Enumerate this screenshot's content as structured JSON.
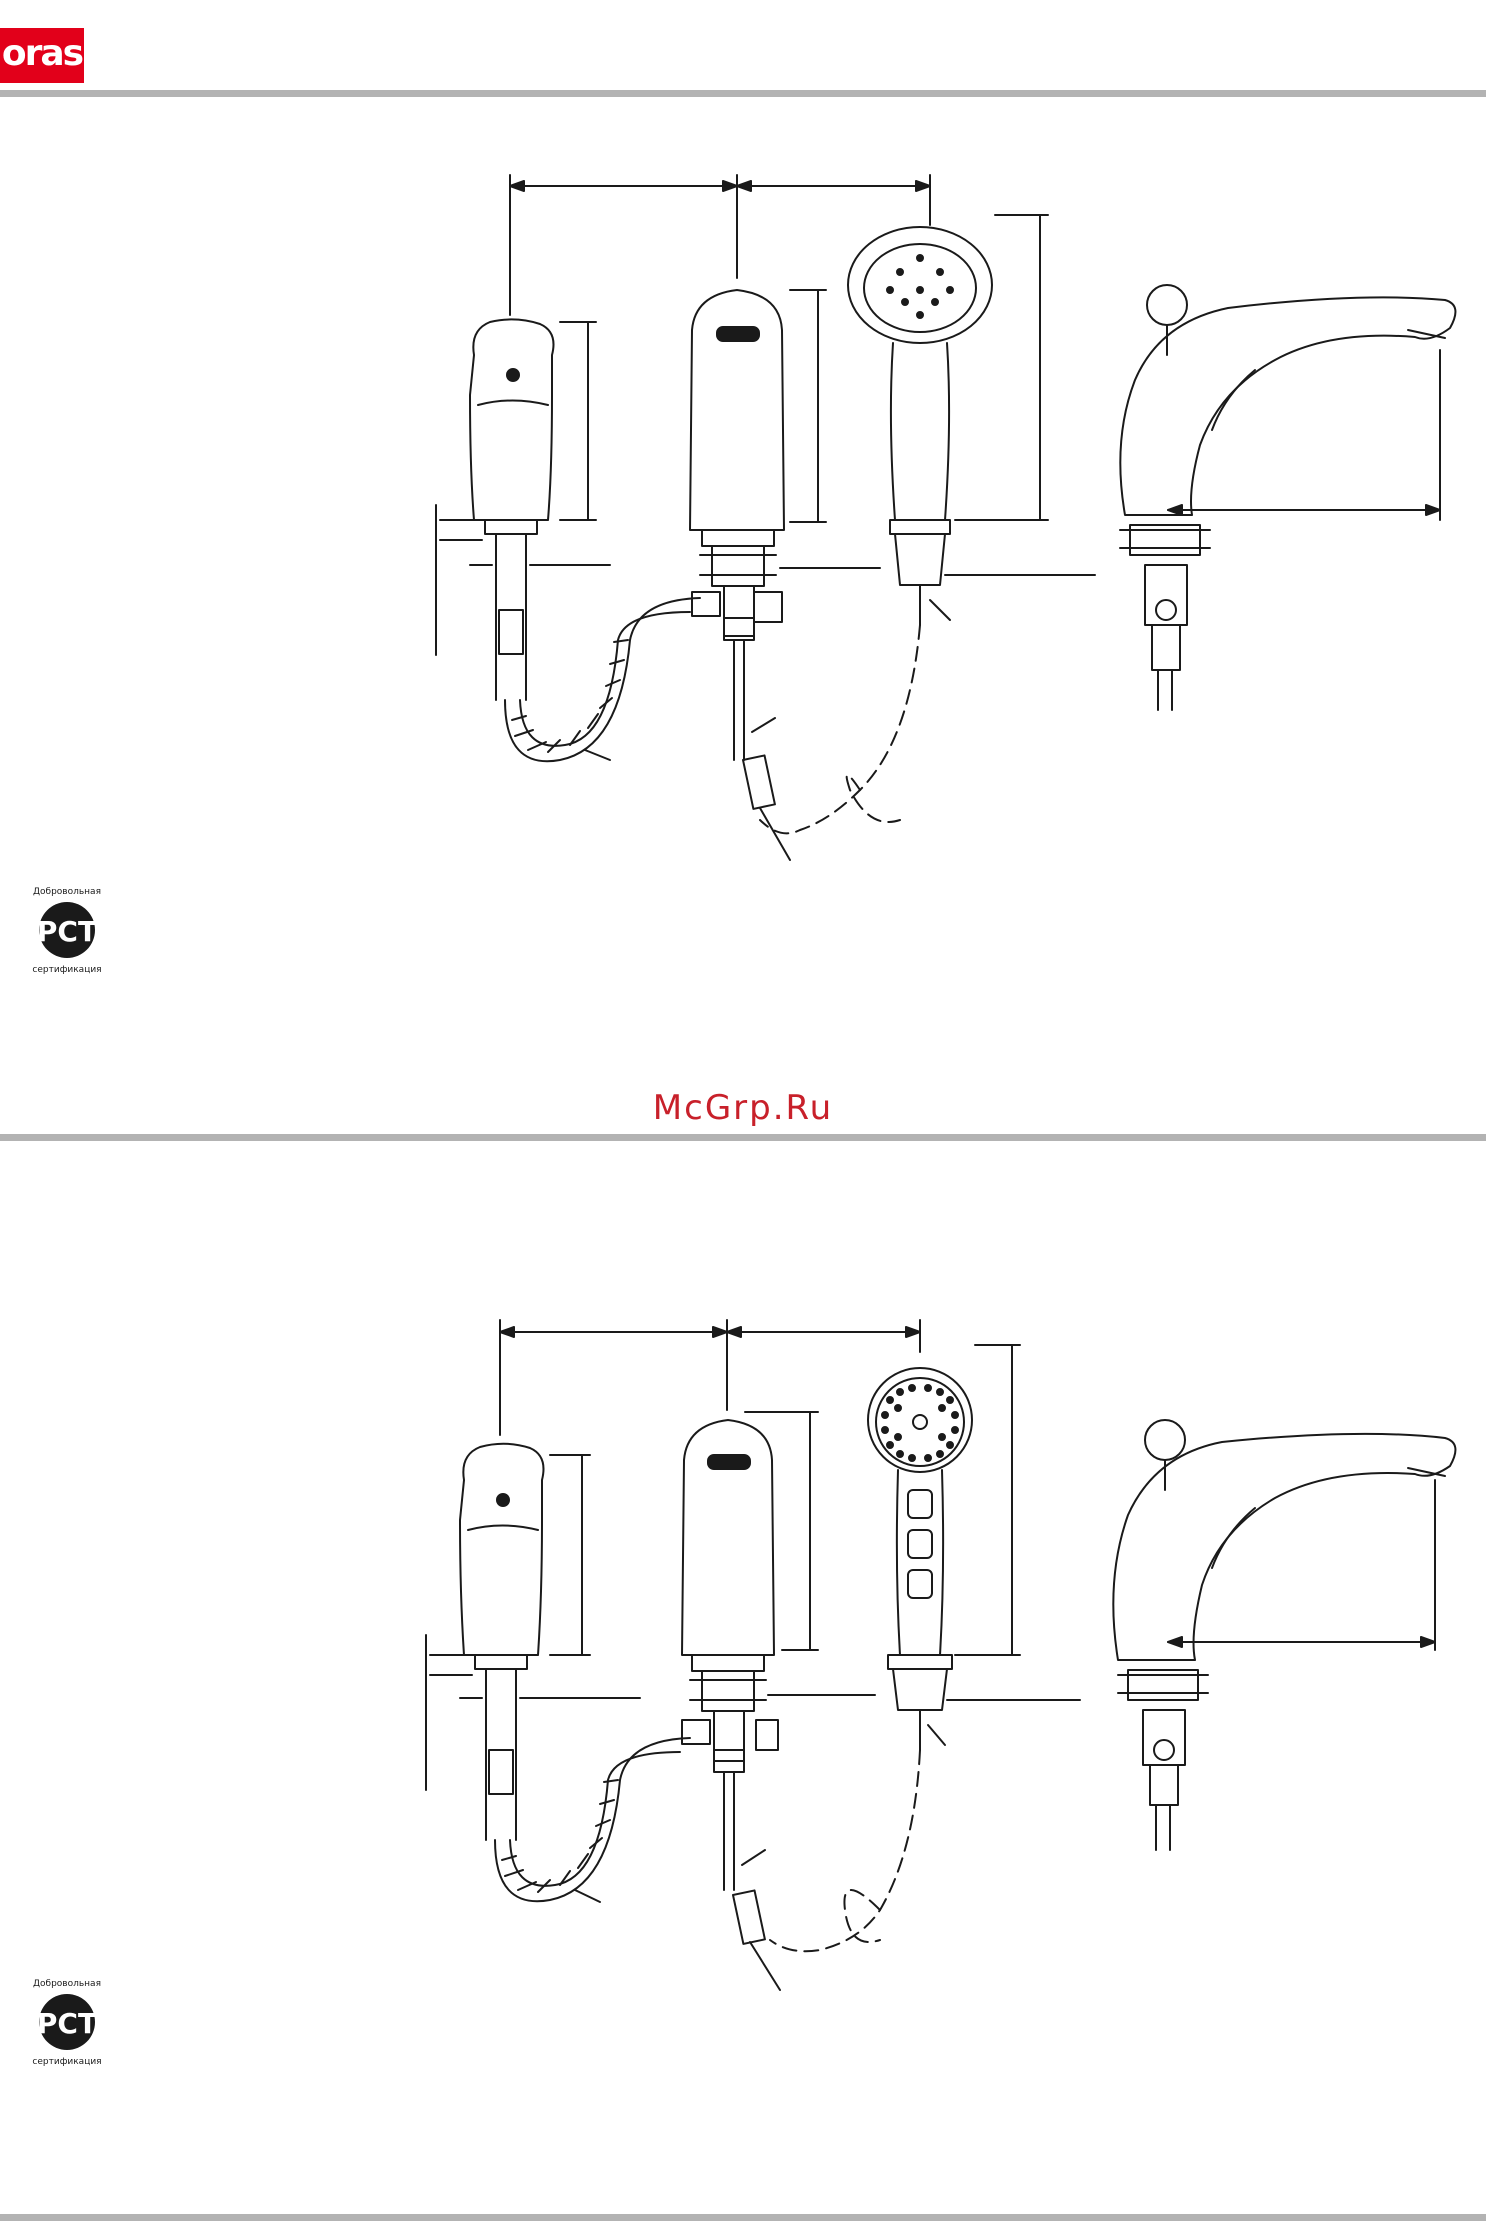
{
  "header": {
    "brand": "oras",
    "brand_color": "#e2001a",
    "rule_color": "#b3b3b3"
  },
  "watermark": {
    "text": "McGrp.Ru",
    "color": "#c8202a"
  },
  "drawings": [
    {
      "variant": "hand-shower-round-face-with-nozzle-ring"
    },
    {
      "variant": "hand-shower-perforated-face-with-handle-slots"
    }
  ],
  "certification": {
    "icon": "rst-certification-mark-icon",
    "top_text": "Добровольная",
    "bottom_text": "сертификация",
    "mark": "РСТ"
  }
}
